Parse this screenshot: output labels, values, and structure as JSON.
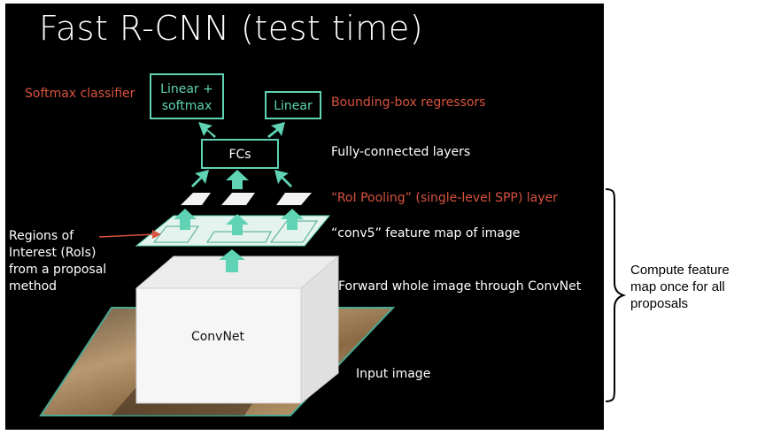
{
  "title": "Fast R-CNN (test time)",
  "nodes": {
    "linear_softmax": "Linear +\nsoftmax",
    "linear": "Linear",
    "fcs": "FCs",
    "convnet": "ConvNet"
  },
  "labels": {
    "softmax_classifier": "Softmax classifier",
    "bbox_regressors": "Bounding-box  regressors",
    "fc_layers": "Fully-connected layers",
    "roi_pooling": "“RoI Pooling”  (single-level SPP) layer",
    "conv5": "“conv5” feature map of image",
    "forward": "Forward whole image through ConvNet",
    "input_image": "Input image",
    "regions": "Regions of\nInterest (RoIs)\nfrom a proposal\nmethod"
  },
  "side_note": "Compute feature\nmap once for all\nproposals",
  "colors": {
    "background": "#000000",
    "accent_teal": "#5fd3b3",
    "accent_red": "#d9533f",
    "text": "#ffffff"
  }
}
